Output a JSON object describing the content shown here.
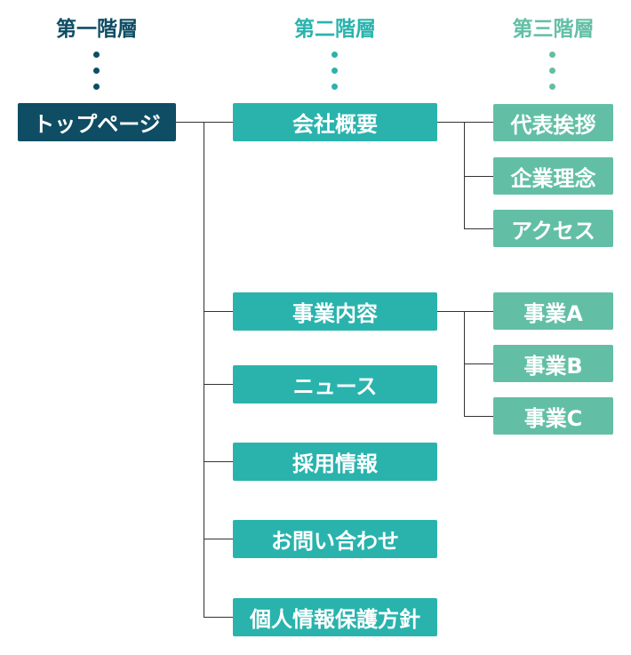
{
  "headers": {
    "level1": "第一階層",
    "level2": "第二階層",
    "level3": "第三階層"
  },
  "colors": {
    "level1": "#0e4d64",
    "level2": "#2ab3ad",
    "level3": "#62bfa5",
    "connector": "#333333"
  },
  "top_page": "トップページ",
  "level2_pages": [
    "会社概要",
    "事業内容",
    "ニュース",
    "採用情報",
    "お問い合わせ",
    "個人情報保護方針"
  ],
  "company_children": [
    "代表挨拶",
    "企業理念",
    "アクセス"
  ],
  "business_children": [
    "事業A",
    "事業B",
    "事業C"
  ]
}
